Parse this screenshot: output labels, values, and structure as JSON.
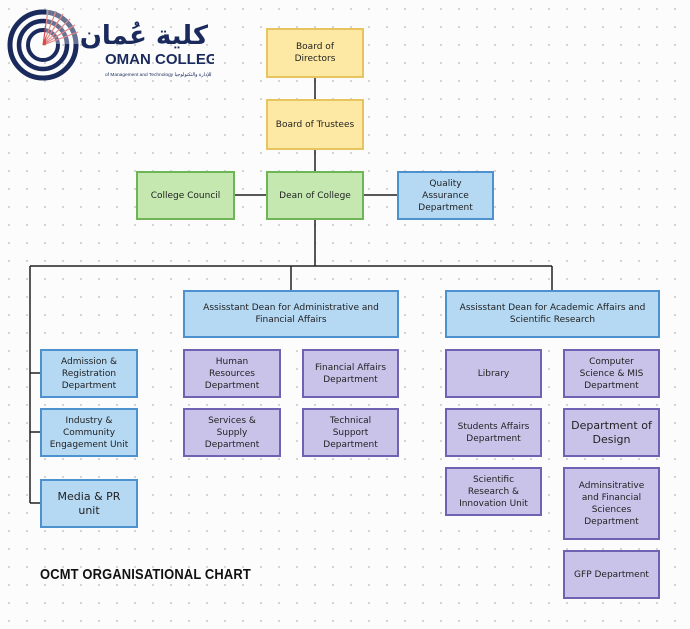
{
  "logo": {
    "arabic_name": "كلية عُمان",
    "english_name": "OMAN COLLEGE",
    "tagline": "of Management and Technology للإدارة والتكنولوجيا"
  },
  "chart_title": "OCMT ORGANISATIONAL CHART",
  "nodes": {
    "board_of_directors": "Board of\nDirectors",
    "board_of_trustees": "Board of Trustees",
    "dean_of_college": "Dean of College",
    "college_council": "College Council",
    "quality_assurance": "Quality\nAssurance\nDepartment",
    "ad_admin_financial": "Assisstant Dean for Administrative and\nFinancial Affairs",
    "ad_academic_research": "Assisstant Dean for Academic Affairs and\nScientific Research",
    "admission_registration": "Admission &\nRegistration\nDepartment",
    "industry_community": "Industry &\nCommunity\nEngagement Unit",
    "media_pr": "Media & PR unit",
    "human_resources": "Human\nResources\nDepartment",
    "financial_affairs": "Financial Affairs\nDepartment",
    "services_supply": "Services &\nSupply\nDepartment",
    "technical_support": "Technical\nSupport\nDepartment",
    "library": "Library",
    "computer_science_mis": "Computer\nScience & MIS\nDepartment",
    "students_affairs": "Students Affairs\nDepartment",
    "department_of_design": "Department of\nDesign",
    "scientific_research_innovation": "Scientific\nResearch &\nInnovation Unit",
    "administrative_financial_sciences": "Adminsitrative\nand Financial\nSciences\nDepartment",
    "gfp_department": "GFP Department"
  }
}
